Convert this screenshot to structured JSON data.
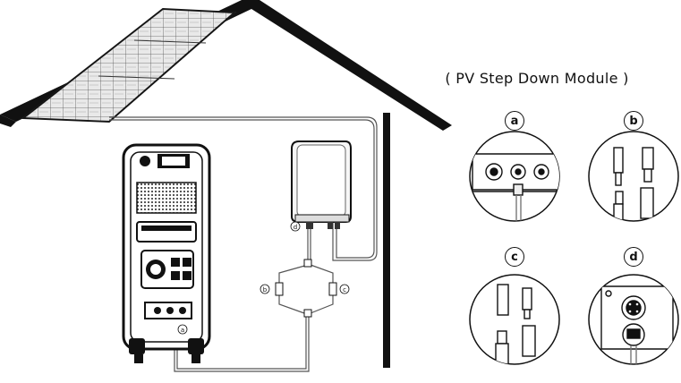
{
  "title": "( PV Step Down Module )",
  "details": [
    {
      "id": "a",
      "label": "a"
    },
    {
      "id": "b",
      "label": "b"
    },
    {
      "id": "c",
      "label": "c"
    },
    {
      "id": "d",
      "label": "d"
    }
  ],
  "callouts": {
    "a": "a",
    "b": "b",
    "c": "c",
    "d": "d"
  }
}
